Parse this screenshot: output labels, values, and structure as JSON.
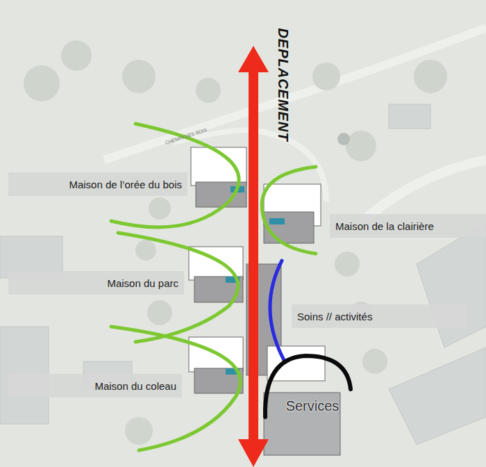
{
  "diagram": {
    "nodes": [
      {
        "text": [
          "Maison de l’orée du bois"
        ]
      },
      {
        "text": [
          "Maison de la clairière"
        ]
      },
      {
        "text": [
          "Maison du parc"
        ]
      },
      {
        "text": [
          "Soins // activités"
        ]
      },
      {
        "text": [
          "Maison du coleau"
        ]
      }
    ],
    "labels": [
      "DEPLACEMENT",
      "CHEMIN DES BOIS",
      "Services"
    ]
  }
}
